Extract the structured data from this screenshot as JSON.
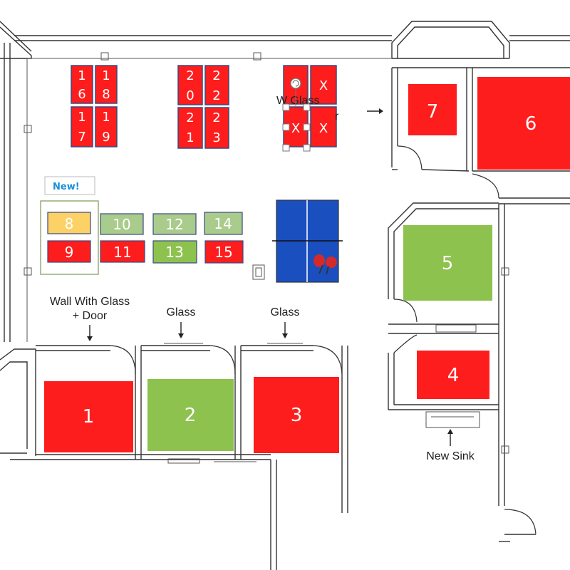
{
  "colors": {
    "occupied": "#fe1d1d",
    "available": "#8dc24e",
    "available_light": "#a9cb8c",
    "new_seat": "#fcd166",
    "seat_border": "#3a4a80",
    "table": "#1a4fc0"
  },
  "notes": {
    "wall_glass_door_top_1": "Wall With Glass",
    "wall_glass_door_top_2": "+ Door",
    "glass_a": "Glass",
    "glass_b": "Glass",
    "hidden_partial": "W     Glass",
    "hidden_partial_2": "r",
    "new_sink": "New Sink",
    "new_tag": "New!"
  },
  "seats_top": [
    {
      "label_a": "1",
      "label_b": "6"
    },
    {
      "label_a": "1",
      "label_b": "8"
    },
    {
      "label_a": "1",
      "label_b": "7"
    },
    {
      "label_a": "1",
      "label_b": "9"
    },
    {
      "label_a": "2",
      "label_b": "0"
    },
    {
      "label_a": "2",
      "label_b": "2"
    },
    {
      "label_a": "2",
      "label_b": "1"
    },
    {
      "label_a": "2",
      "label_b": "3"
    },
    {
      "label_a": "",
      "label_b": ""
    },
    {
      "label_a": "X",
      "label_b": ""
    },
    {
      "label_a": "X",
      "label_b": ""
    },
    {
      "label_a": "X",
      "label_b": ""
    }
  ],
  "desks_row": [
    {
      "label": "8",
      "status": "new"
    },
    {
      "label": "10",
      "status": "available_light"
    },
    {
      "label": "12",
      "status": "available_light"
    },
    {
      "label": "14",
      "status": "available_light"
    },
    {
      "label": "9",
      "status": "occupied"
    },
    {
      "label": "11",
      "status": "occupied"
    },
    {
      "label": "13",
      "status": "available"
    },
    {
      "label": "15",
      "status": "occupied"
    }
  ],
  "rooms": [
    {
      "label": "1",
      "status": "occupied"
    },
    {
      "label": "2",
      "status": "available"
    },
    {
      "label": "3",
      "status": "occupied"
    },
    {
      "label": "4",
      "status": "occupied"
    },
    {
      "label": "5",
      "status": "available"
    },
    {
      "label": "6",
      "status": "occupied"
    },
    {
      "label": "7",
      "status": "occupied"
    }
  ]
}
